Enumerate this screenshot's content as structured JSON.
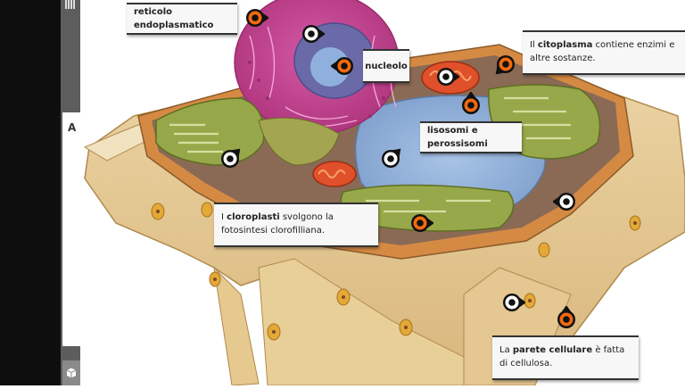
{
  "sidebar": {
    "tab_label": "A",
    "top_icon": "books-icon",
    "bottom_icon": "cube-icon"
  },
  "labels": {
    "reticolo": "reticolo endoplasmatico",
    "nucleolo": "nucleolo",
    "lisosomi": "lisosomi e perossisomi",
    "citoplasma": {
      "pre": "Il ",
      "bold": "citoplasma",
      "post": " contiene enzimi e altre sostanze."
    },
    "cloroplasti": {
      "pre": "I ",
      "bold": "cloroplasti",
      "post": " svolgono la fotosintesi clorofilliana."
    },
    "parete": {
      "pre": "La ",
      "bold": "parete cellulare",
      "post": " è fatta di cellulosa."
    }
  },
  "markers": [
    {
      "name": "marker-reticolo-endoplasmatico",
      "state": "active",
      "pointer": "right"
    },
    {
      "name": "marker-nucleo",
      "state": "inactive",
      "pointer": "right"
    },
    {
      "name": "marker-nucleolo",
      "state": "active",
      "pointer": "left"
    },
    {
      "name": "marker-mitocondrio",
      "state": "inactive",
      "pointer": "right"
    },
    {
      "name": "marker-citoplasma",
      "state": "active",
      "pointer": "down-left"
    },
    {
      "name": "marker-lisosomi",
      "state": "active",
      "pointer": "up"
    },
    {
      "name": "marker-cloroplasto-left",
      "state": "inactive",
      "pointer": "up-right"
    },
    {
      "name": "marker-vacuolo",
      "state": "inactive",
      "pointer": "up-right"
    },
    {
      "name": "marker-cloroplasti",
      "state": "active",
      "pointer": "right"
    },
    {
      "name": "marker-membrana",
      "state": "inactive",
      "pointer": "left"
    },
    {
      "name": "marker-plasmodesma",
      "state": "inactive",
      "pointer": "right"
    },
    {
      "name": "marker-parete-cellulare",
      "state": "active",
      "pointer": "up"
    }
  ],
  "colors": {
    "marker_active": "#f26a10",
    "marker_inactive": "#ffffff"
  }
}
